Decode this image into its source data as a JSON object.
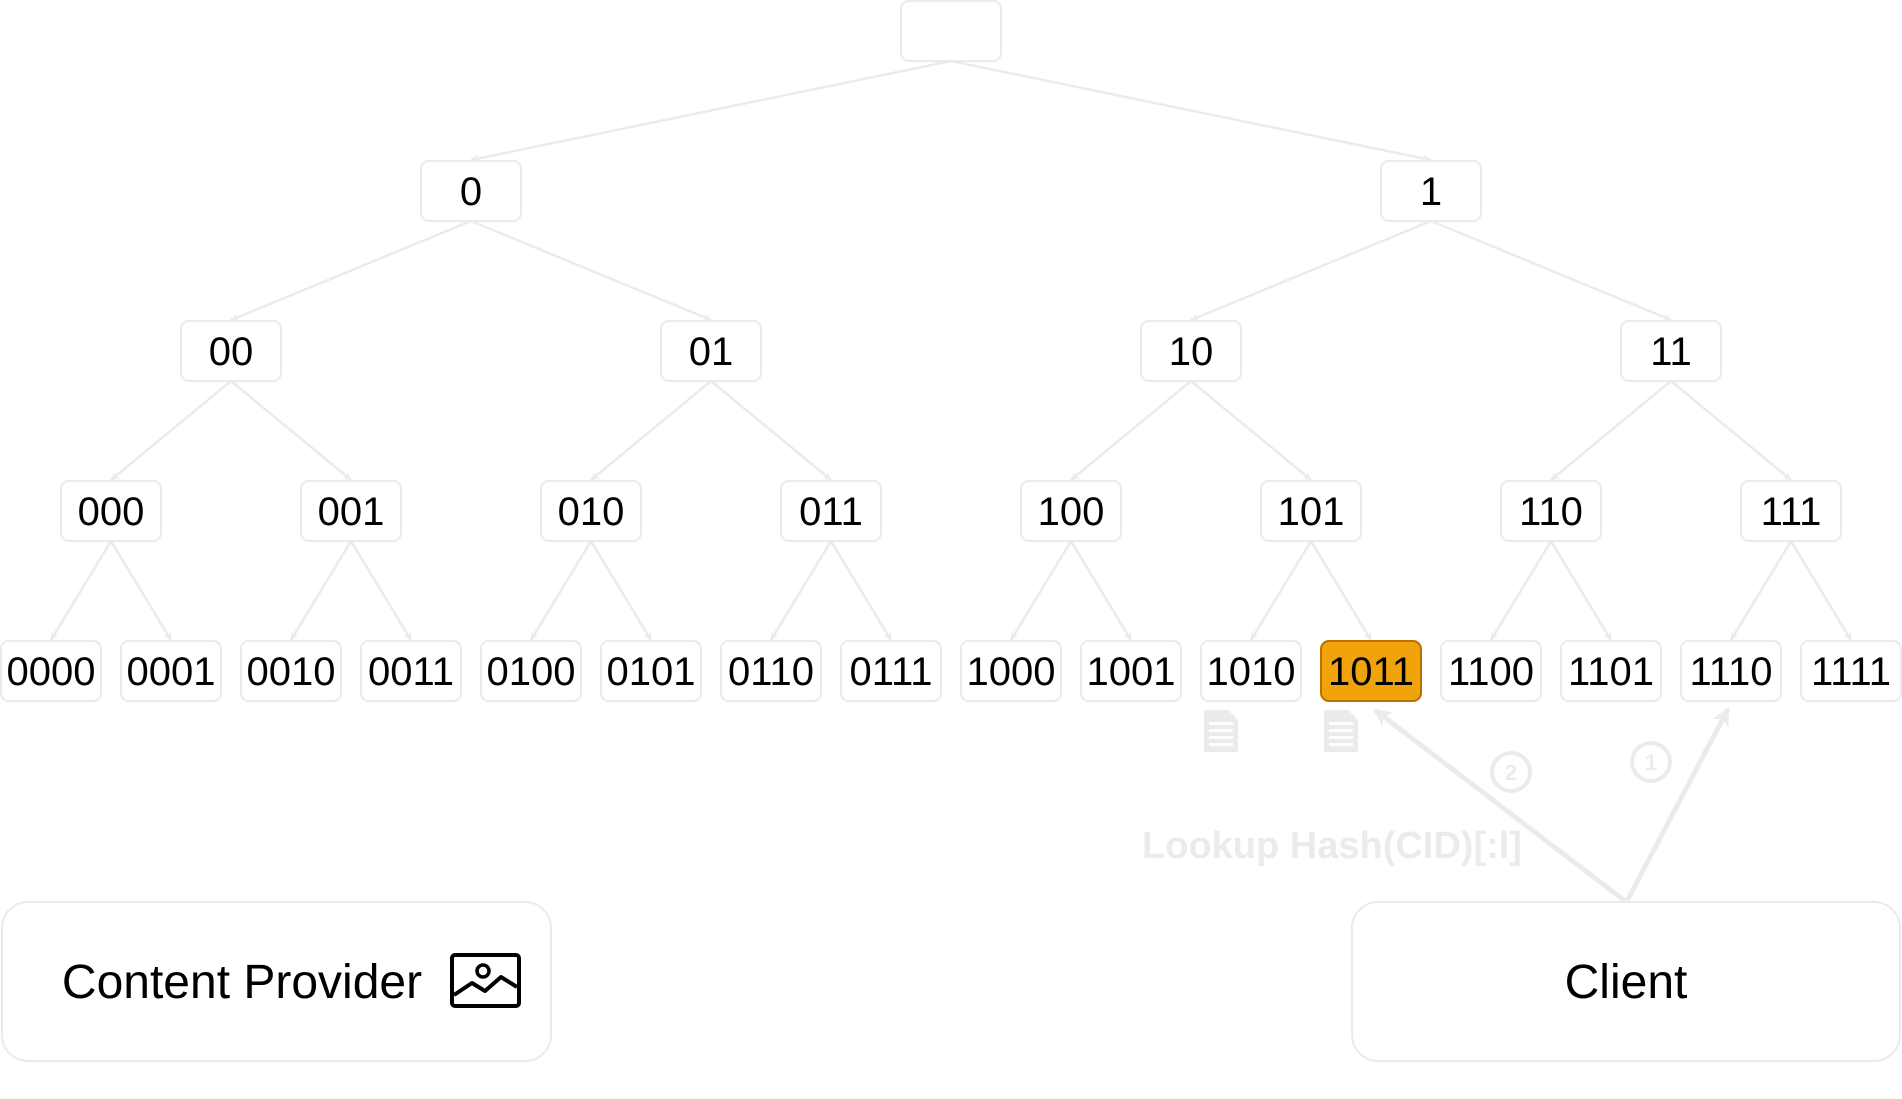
{
  "tree": {
    "root_label": "",
    "levels": [
      [
        "0",
        "1"
      ],
      [
        "00",
        "01",
        "10",
        "11"
      ],
      [
        "000",
        "001",
        "010",
        "011",
        "100",
        "101",
        "110",
        "111"
      ],
      [
        "0000",
        "0001",
        "0010",
        "0011",
        "0100",
        "0101",
        "0110",
        "0111",
        "1000",
        "1001",
        "1010",
        "1011",
        "1100",
        "1101",
        "1110",
        "1111"
      ]
    ],
    "highlighted": "1011",
    "highlight_color": "#f0a30a",
    "edge_color": "#ebebeb"
  },
  "provider": {
    "label": "Content Provider",
    "icon": "image-icon"
  },
  "client": {
    "label": "Client"
  },
  "lookup": {
    "label": "Lookup Hash(CID)[:l]",
    "step1": "1",
    "step2": "2"
  },
  "documents": {
    "icon": "document-icon",
    "at": [
      "1010",
      "1011"
    ]
  }
}
